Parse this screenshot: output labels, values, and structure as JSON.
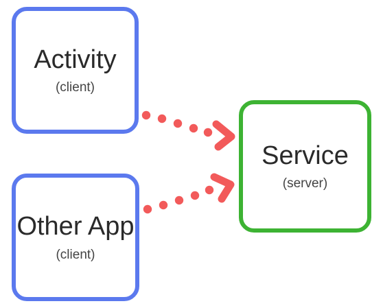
{
  "diagram": {
    "nodes": [
      {
        "id": "activity",
        "title": "Activity",
        "subtitle": "(client)",
        "border_color": "#5b79ee"
      },
      {
        "id": "other-app",
        "title": "Other App",
        "subtitle": "(client)",
        "border_color": "#5b79ee"
      },
      {
        "id": "service",
        "title": "Service",
        "subtitle": "(server)",
        "border_color": "#3db333"
      }
    ],
    "edges": [
      {
        "from": "activity",
        "to": "service",
        "style": "dotted",
        "color": "#f25a5a"
      },
      {
        "from": "other-app",
        "to": "service",
        "style": "dotted",
        "color": "#f25a5a"
      }
    ]
  }
}
